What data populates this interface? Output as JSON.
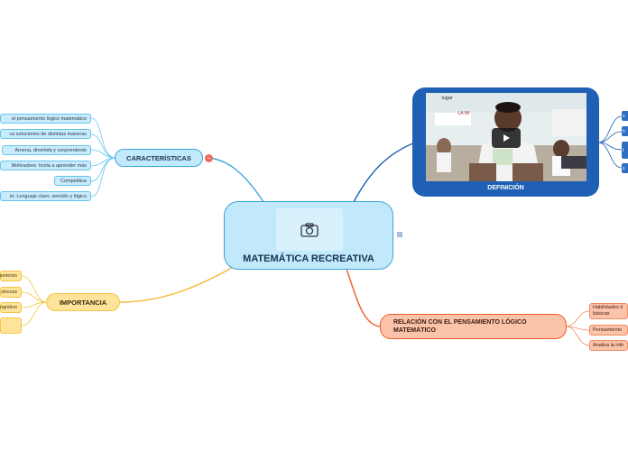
{
  "central": {
    "title": "MATEMÁTICA RECREATIVA"
  },
  "caracteristicas": {
    "label": "CARACTERÍSTICAS",
    "collapse_marker": "–",
    "items": [
      "el pensamiento lógico matemático",
      "ca soluciones de distintas maneras",
      "Amena, divertida y sorprendente",
      "Motivadora: Incita a aprender más",
      "Competitiva",
      "le: Lenguaje claro, sencillo y lógico"
    ]
  },
  "importancia": {
    "label": "IMPORTANCIA",
    "items": [
      "amiento",
      "strezas",
      "ognitivo",
      ""
    ]
  },
  "definicion": {
    "label": "DEFINICIÓN",
    "video_caption": "lugar",
    "board_text": "LA MI",
    "items": [
      "e",
      "h",
      "t",
      "s"
    ]
  },
  "relacion": {
    "label": "RELACIÓN CON EL PENSAMIENTO LÓGICO MATEMÁTICO",
    "items": [
      "Habilidades d básicas",
      "Pensamiento",
      "Analiza la info"
    ]
  },
  "icons": {
    "camera": "camera-icon",
    "play": "play-icon",
    "notes": "notes-icon"
  },
  "colors": {
    "blue": "#3aa5db",
    "navy": "#1f5fb4",
    "orange": "#f5b830",
    "red": "#f05a28"
  }
}
